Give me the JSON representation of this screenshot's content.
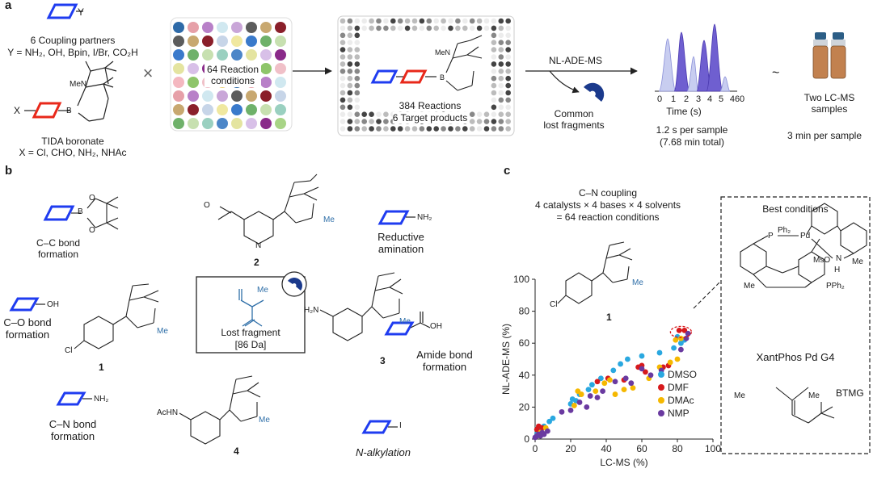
{
  "panels": {
    "a": {
      "label": "a",
      "partners_y": "Y",
      "partners_title": "6 Coupling partners",
      "partners_list": "Y = NH₂, OH, Bpin, I/Br, CO₂H",
      "times": "×",
      "boronate_x": "X",
      "boronate_title": "TIDA boronate",
      "boronate_list": "X = Cl, CHO, NH₂, NHAc",
      "conditions": "64 Reaction\nconditions",
      "reactions": "384 Reactions",
      "targets": "6 Target products",
      "method": "NL-ADE-MS",
      "lost": "Common\nlost fragments",
      "time_ticks": [
        "0",
        "1",
        "2",
        "3",
        "4",
        "5",
        "460"
      ],
      "time_label": "Time (s)",
      "per_sample": "1.2 s per sample",
      "total": "(7.68 min total)",
      "tilde": "~",
      "lcms": "Two LC-MS\nsamples",
      "lcms_time": "3 min per sample"
    },
    "b": {
      "label": "b",
      "cc": "C–C bond\nformation",
      "co": "C–O bond\nformation",
      "cn": "C–N bond\nformation",
      "reductive": "Reductive\namination",
      "amide": "Amide bond\nformation",
      "alkyl": "N-alkylation",
      "oh": "OH",
      "nh2": "NH₂",
      "iodo": "I",
      "lost_frag": "Lost fragment",
      "lost_mass": "[86 Da]",
      "cmpd": [
        "1",
        "2",
        "3",
        "4"
      ],
      "acnh": "AcHN",
      "h2n": "H₂N",
      "cl": "Cl",
      "n": "N",
      "me": "Me",
      "o": "O",
      "b": "B"
    },
    "c": {
      "label": "c",
      "title": "C–N coupling",
      "subtitle": "4 catalysts × 4 bases × 4 solvents",
      "subtitle2": "= 64 reaction conditions",
      "best": "Best conditions",
      "catalyst": "XantPhos Pd G4",
      "base": "BTMG",
      "ph2": "Ph₂",
      "pph2": "PPh₂",
      "pd": "Pd",
      "mso": "MsO",
      "p": "P",
      "h": "H"
    }
  },
  "chart_data": {
    "type": "scatter",
    "xlabel": "LC-MS (%)",
    "ylabel": "NL-ADE-MS (%)",
    "xlim": [
      0,
      100
    ],
    "ylim": [
      0,
      100
    ],
    "xticks": [
      0,
      20,
      40,
      60,
      80,
      100
    ],
    "yticks": [
      0,
      20,
      40,
      60,
      80,
      100
    ],
    "legend_position": "bottom-right",
    "series": [
      {
        "name": "DMSO",
        "color": "#2aa8e0",
        "points": [
          [
            1,
            3
          ],
          [
            2,
            5
          ],
          [
            3,
            6
          ],
          [
            5,
            8
          ],
          [
            8,
            11
          ],
          [
            10,
            13
          ],
          [
            20,
            22
          ],
          [
            21,
            25
          ],
          [
            23,
            24
          ],
          [
            25,
            28
          ],
          [
            30,
            31
          ],
          [
            32,
            34
          ],
          [
            37,
            38
          ],
          [
            44,
            43
          ],
          [
            48,
            47
          ],
          [
            52,
            50
          ],
          [
            60,
            52
          ],
          [
            70,
            54
          ],
          [
            78,
            57
          ],
          [
            80,
            64
          ],
          [
            82,
            60
          ],
          [
            84,
            62
          ]
        ]
      },
      {
        "name": "DMF",
        "color": "#d7191c",
        "points": [
          [
            1,
            6
          ],
          [
            2,
            8
          ],
          [
            4,
            7
          ],
          [
            35,
            36
          ],
          [
            41,
            38
          ],
          [
            50,
            37
          ],
          [
            58,
            45
          ],
          [
            60,
            46
          ],
          [
            62,
            42
          ],
          [
            72,
            45
          ],
          [
            75,
            46
          ],
          [
            81,
            68
          ],
          [
            84,
            68
          ]
        ]
      },
      {
        "name": "DMAc",
        "color": "#f5b800",
        "points": [
          [
            1,
            2
          ],
          [
            3,
            4
          ],
          [
            6,
            7
          ],
          [
            22,
            21
          ],
          [
            24,
            30
          ],
          [
            26,
            28
          ],
          [
            34,
            30
          ],
          [
            39,
            35
          ],
          [
            42,
            37
          ],
          [
            45,
            28
          ],
          [
            50,
            31
          ],
          [
            55,
            32
          ],
          [
            64,
            38
          ],
          [
            70,
            45
          ],
          [
            76,
            48
          ],
          [
            80,
            50
          ],
          [
            79,
            62
          ],
          [
            82,
            63
          ]
        ]
      },
      {
        "name": "NMP",
        "color": "#6a3aa0",
        "points": [
          [
            0,
            1
          ],
          [
            1,
            2
          ],
          [
            2,
            3
          ],
          [
            3,
            2
          ],
          [
            4,
            4
          ],
          [
            5,
            3
          ],
          [
            7,
            5
          ],
          [
            15,
            17
          ],
          [
            20,
            18
          ],
          [
            25,
            23
          ],
          [
            29,
            20
          ],
          [
            31,
            27
          ],
          [
            35,
            26
          ],
          [
            38,
            30
          ],
          [
            45,
            36
          ],
          [
            51,
            38
          ],
          [
            54,
            35
          ],
          [
            60,
            44
          ],
          [
            65,
            40
          ],
          [
            71,
            43
          ],
          [
            82,
            56
          ],
          [
            85,
            63
          ],
          [
            86,
            66
          ]
        ]
      }
    ]
  }
}
